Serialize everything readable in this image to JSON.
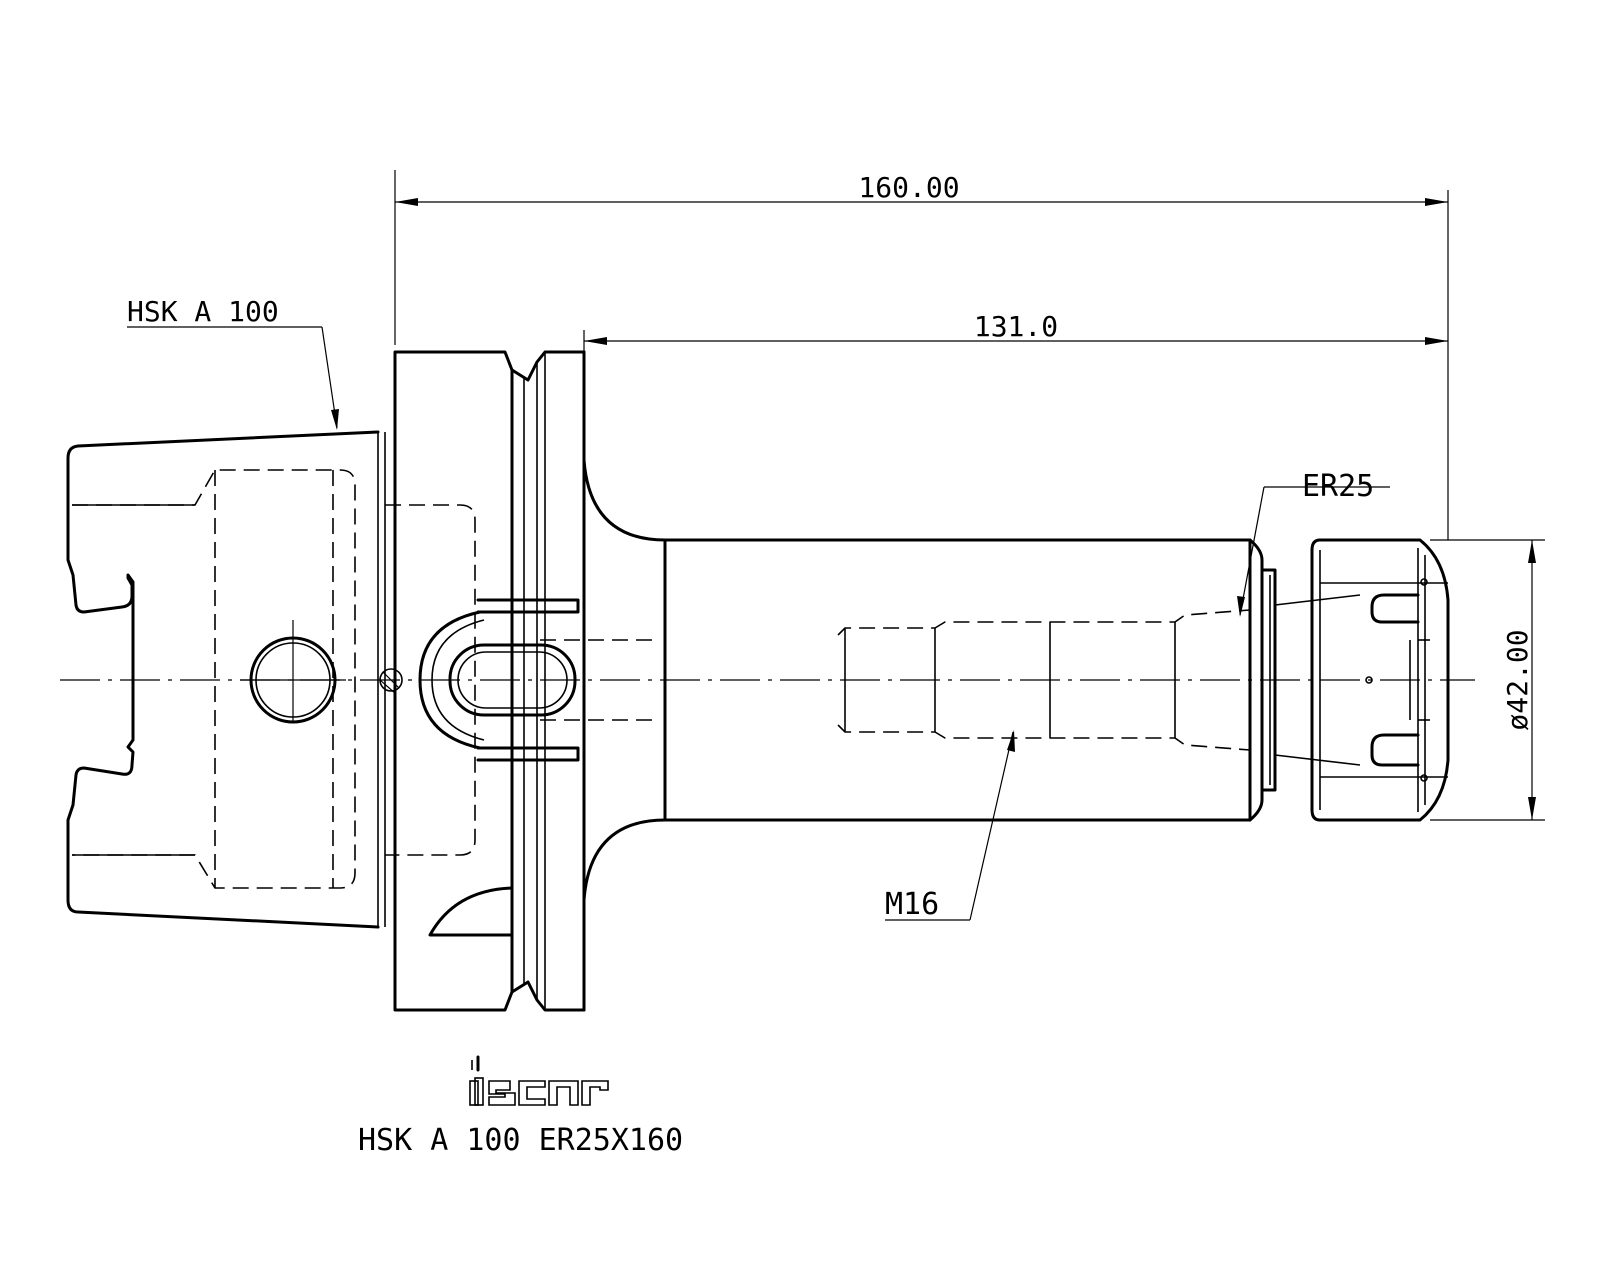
{
  "dimensions": {
    "overall_length": "160.00",
    "projection_length": "131.0",
    "diameter": "ø42.00"
  },
  "callouts": {
    "shank": "HSK A 100",
    "collet": "ER25",
    "thread": "M16"
  },
  "brand": {
    "logo_text": "iscar"
  },
  "part_number": "HSK A 100 ER25X160"
}
